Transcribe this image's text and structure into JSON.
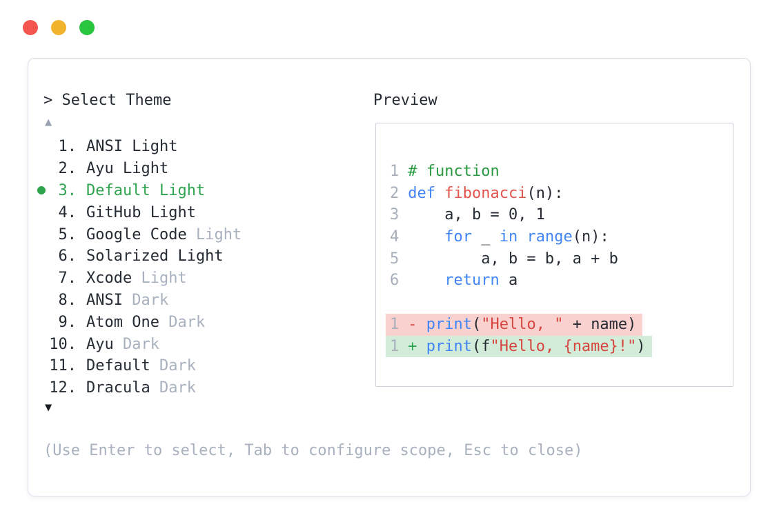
{
  "colors": {
    "accent_green": "#2ea44f",
    "keyword_blue": "#4285f4",
    "function_red": "#e2564e",
    "string_red": "#d6453e",
    "comment_green": "#2a9a41",
    "muted_gray": "#a9b1bf",
    "text_dark": "#262b33",
    "removed_bg": "#f9d2cf",
    "added_bg": "#d2ecd9",
    "traffic_red": "#f2564e",
    "traffic_yellow": "#f2b32c",
    "traffic_green": "#28c53e"
  },
  "window": {
    "traffic_lights": [
      {
        "name": "close"
      },
      {
        "name": "minimize"
      },
      {
        "name": "zoom"
      }
    ]
  },
  "theme_picker": {
    "prompt_symbol": ">",
    "title": "Select Theme",
    "scroll_up_symbol": "▲",
    "scroll_down_symbol": "▼",
    "selected_index": 3,
    "items": [
      {
        "num": "1.",
        "text": "ANSI Light",
        "muted": "",
        "selected": false
      },
      {
        "num": "2.",
        "text": "Ayu Light",
        "muted": "",
        "selected": false
      },
      {
        "num": "3.",
        "text": "Default Light",
        "muted": "",
        "selected": true
      },
      {
        "num": "4.",
        "text": "GitHub Light",
        "muted": "",
        "selected": false
      },
      {
        "num": "5.",
        "text": "Google Code ",
        "muted": "Light",
        "selected": false
      },
      {
        "num": "6.",
        "text": "Solarized Light",
        "muted": "",
        "selected": false
      },
      {
        "num": "7.",
        "text": "Xcode ",
        "muted": "Light",
        "selected": false
      },
      {
        "num": "8.",
        "text": "ANSI ",
        "muted": "Dark",
        "selected": false
      },
      {
        "num": "9.",
        "text": "Atom One ",
        "muted": "Dark",
        "selected": false
      },
      {
        "num": "10.",
        "text": "Ayu ",
        "muted": "Dark",
        "selected": false
      },
      {
        "num": "11.",
        "text": "Default ",
        "muted": "Dark",
        "selected": false
      },
      {
        "num": "12.",
        "text": "Dracula ",
        "muted": "Dark",
        "selected": false
      }
    ],
    "hint": "(Use Enter to select, Tab to configure scope, Esc to close)"
  },
  "preview": {
    "title": "Preview",
    "code_lines": [
      {
        "num": "1",
        "tokens": {
          "t0": "# function"
        }
      },
      {
        "num": "2",
        "tokens": {
          "t0": "def",
          "t1": " ",
          "t2": "fibonacci",
          "t3": "(n):"
        }
      },
      {
        "num": "3",
        "tokens": {
          "t0": "    a, b = 0, 1"
        }
      },
      {
        "num": "4",
        "tokens": {
          "t0": "    ",
          "t1": "for",
          "t2": " _ ",
          "t3": "in",
          "t4": " ",
          "t5": "range",
          "t6": "(n):"
        }
      },
      {
        "num": "5",
        "tokens": {
          "t0": "        a, b = b, a + b"
        }
      },
      {
        "num": "6",
        "tokens": {
          "t0": "    ",
          "t1": "return",
          "t2": " a"
        }
      }
    ],
    "diff_lines": [
      {
        "num": "1",
        "sign": "-",
        "kind": "removed",
        "tokens": {
          "t0": "print",
          "t1": "(",
          "t2": "\"Hello, \"",
          "t3": " + name)"
        }
      },
      {
        "num": "1",
        "sign": "+",
        "kind": "added",
        "tokens": {
          "t0": "print",
          "t1": "(f",
          "t2": "\"Hello, {name}!\"",
          "t3": ")"
        }
      }
    ]
  }
}
